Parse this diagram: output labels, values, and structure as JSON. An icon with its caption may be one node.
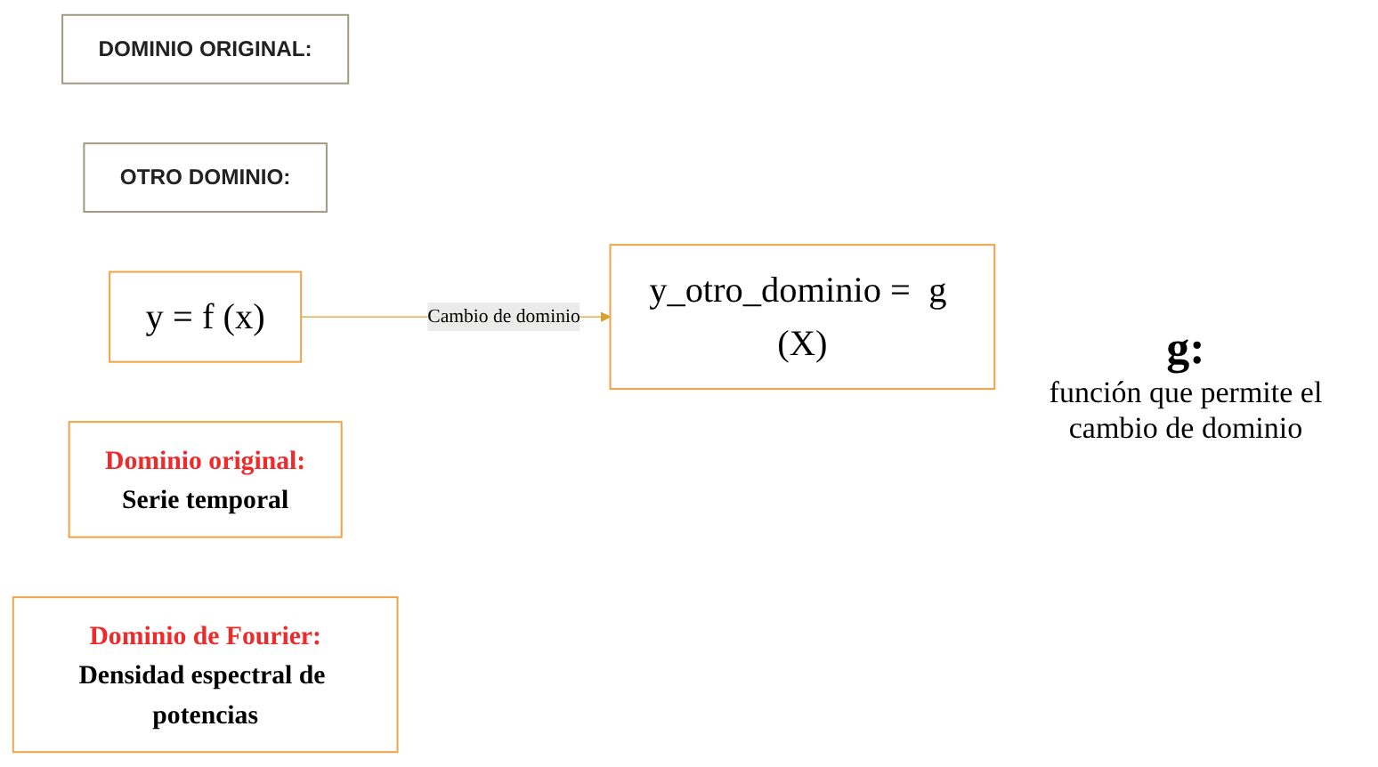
{
  "diagram": {
    "nodes": [
      {
        "text": [
          "DOMINIO ORIGINAL:"
        ]
      },
      {
        "text": [
          "OTRO DOMINIO:"
        ]
      },
      {
        "text": [
          "y  =  f (x)"
        ]
      },
      {
        "text": [
          "y_otro_dominio =  g (X)"
        ]
      },
      {
        "text": [
          "Dominio original:",
          "Serie temporal"
        ]
      },
      {
        "text": [
          "Dominio de Fourier:",
          "Densidad espectral de potencias"
        ]
      }
    ],
    "edges": [
      {
        "from": 2,
        "to": 3,
        "arrow": "to",
        "label": "Cambio de dominio",
        "color": "#d9a12b"
      }
    ],
    "labels": [
      "g:",
      "función que permite el cambio de dominio"
    ]
  }
}
